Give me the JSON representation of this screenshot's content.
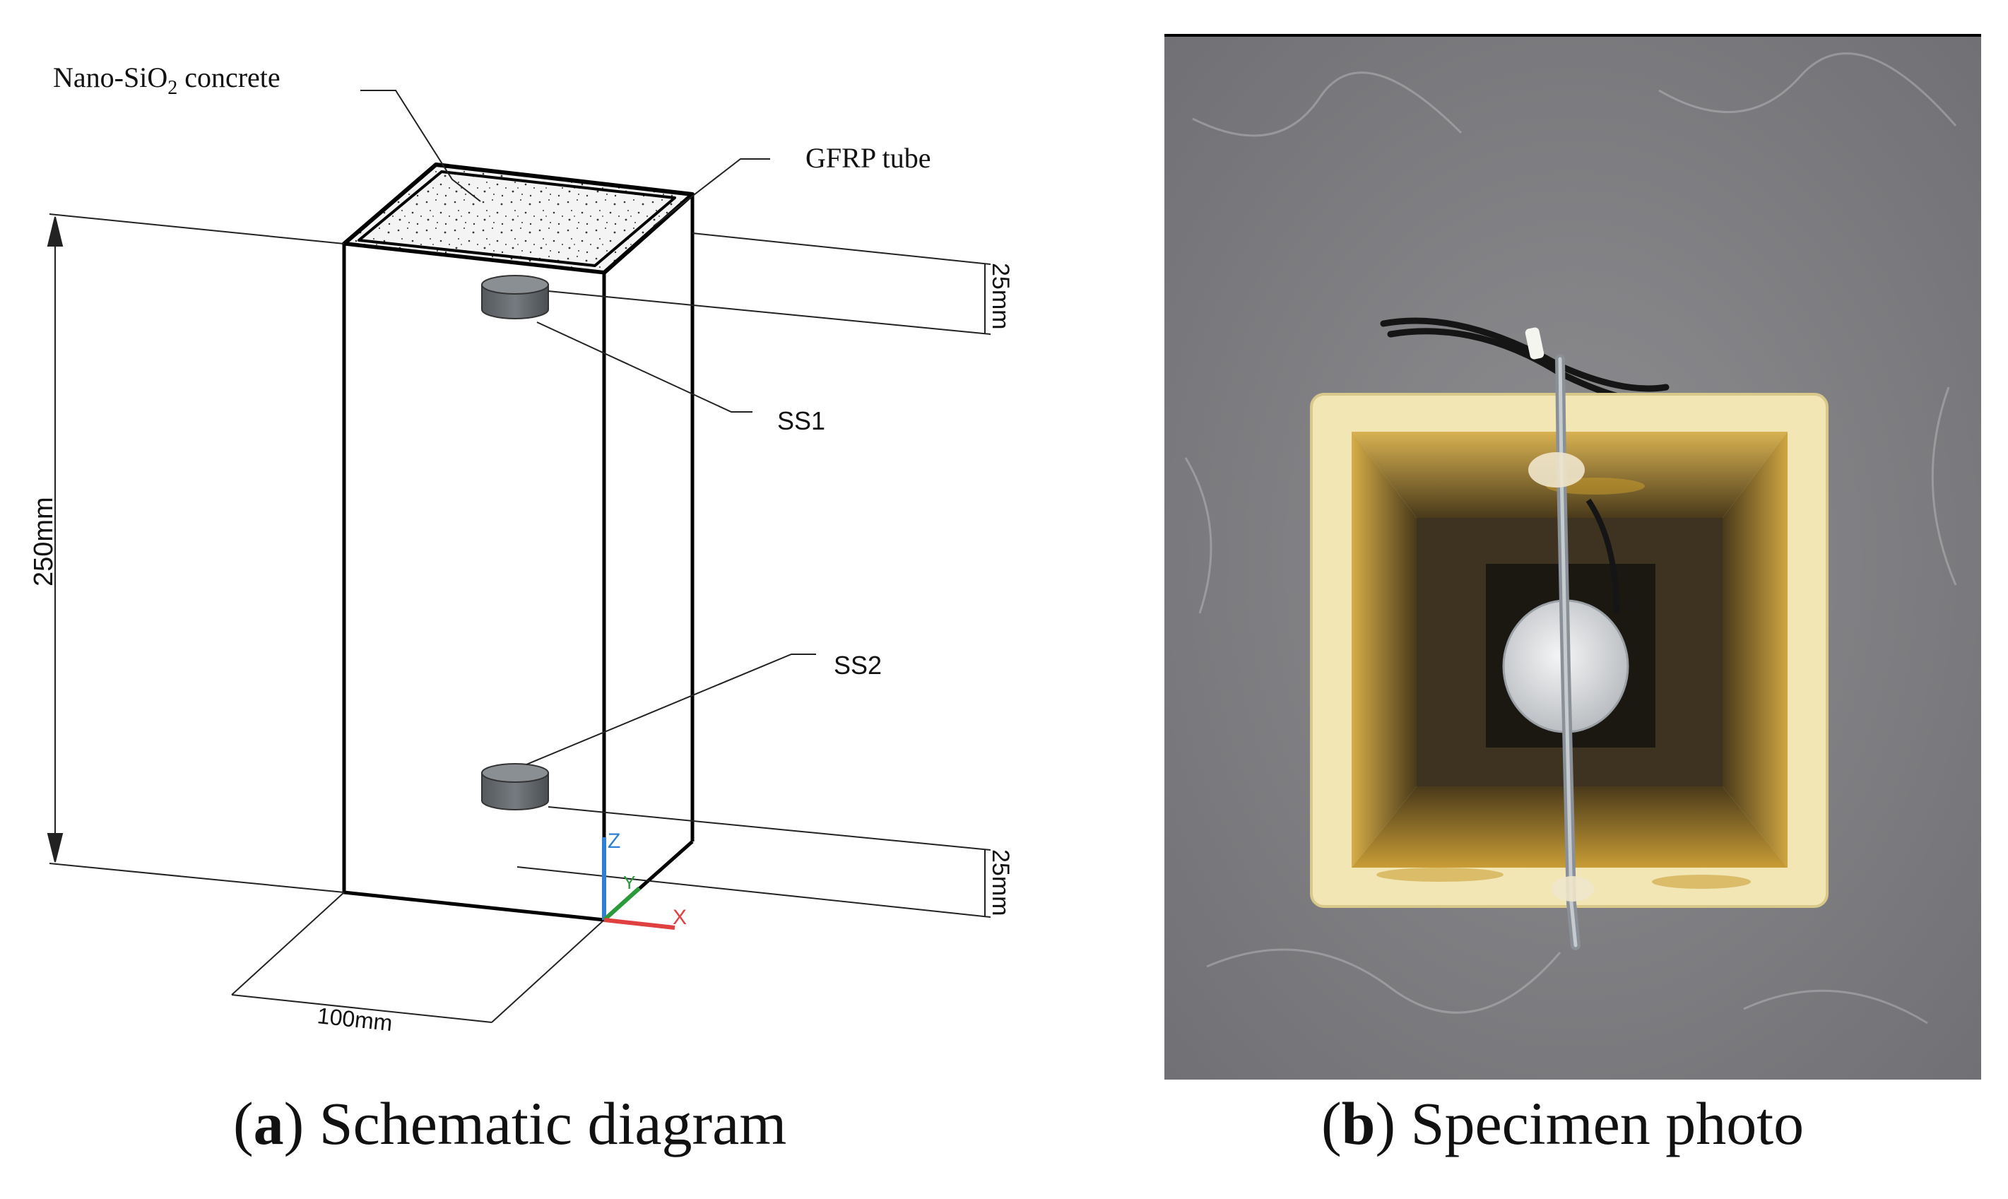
{
  "figure": {
    "panel_a": {
      "caption_letter": "a",
      "caption_text": "Schematic diagram",
      "labels": {
        "concrete": "Nano-SiO",
        "concrete_sub": "2",
        "concrete_tail": " concrete",
        "tube": "GFRP tube",
        "sensor1": "SS1",
        "sensor2": "SS2",
        "height_dim": "250mm",
        "top_offset_dim": "25mm",
        "bottom_offset_dim": "25mm",
        "width_dim": "100mm",
        "axis_z": "Z",
        "axis_y": "Y",
        "axis_x": "X"
      },
      "colors": {
        "axis_z": "#2f7fd6",
        "axis_y": "#2a9a3a",
        "axis_x": "#e04040",
        "sensor": "#5c6166"
      }
    },
    "panel_b": {
      "caption_letter": "b",
      "caption_text": "Specimen photo",
      "colors": {
        "ground": "#7d7d80",
        "tube_rim": "#f1e6b4",
        "tube_inner": "#c89a2c",
        "cavity": "#1f1c16",
        "sensor_disc": "#e6e8ea"
      }
    }
  }
}
